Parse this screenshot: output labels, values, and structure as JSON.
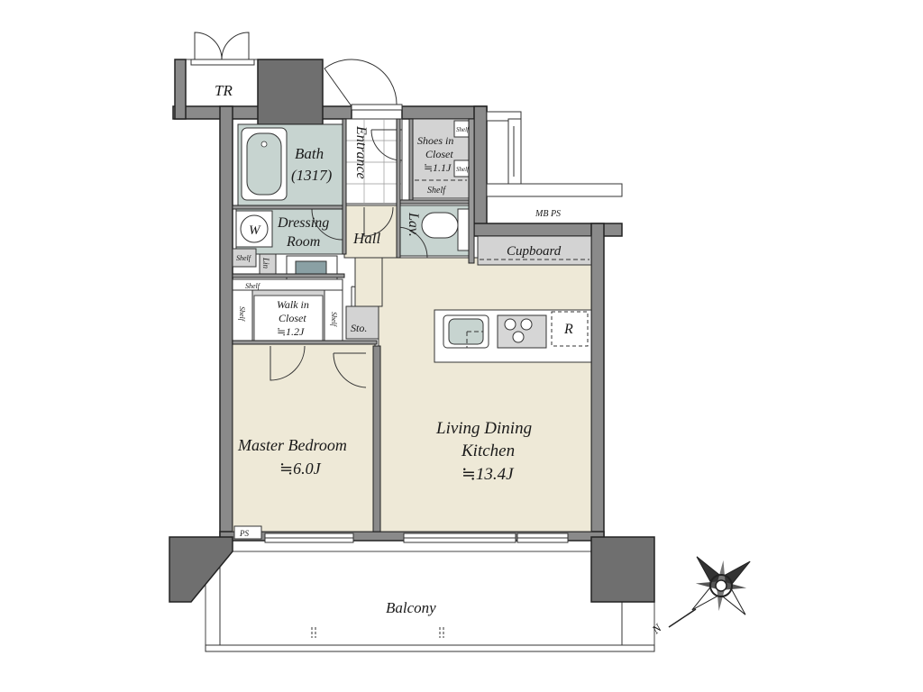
{
  "rooms": {
    "tr": "TR",
    "bath": "Bath",
    "bath_size": "(1317)",
    "entrance": "Entrance",
    "shoes_closet_1": "Shoes in",
    "shoes_closet_2": "Closet",
    "shoes_closet_size": "≒1.1J",
    "shelf": "Shelf",
    "mb_ps": "MB  PS",
    "dressing_room_1": "Dressing",
    "dressing_room_2": "Room",
    "washer": "W",
    "hall": "Hall",
    "lav": "Lav.",
    "cupboard": "Cupboard",
    "linen": "Lin",
    "walk_in_closet_1": "Walk in",
    "walk_in_closet_2": "Closet",
    "walk_in_closet_size": "≒1.2J",
    "storage": "Sto.",
    "refrigerator": "R",
    "master_bedroom": "Master Bedroom",
    "master_bedroom_size": "≒6.0J",
    "ldk_1": "Living Dining",
    "ldk_2": "Kitchen",
    "ldk_size": "≒13.4J",
    "ps": "PS",
    "balcony": "Balcony"
  },
  "compass": {
    "north_label": "N"
  },
  "colors": {
    "wall": "#8a8a8a",
    "wood_floor": "#eee9d7",
    "wet_area": "#c7d4d0",
    "storage": "#d3d3d3"
  }
}
